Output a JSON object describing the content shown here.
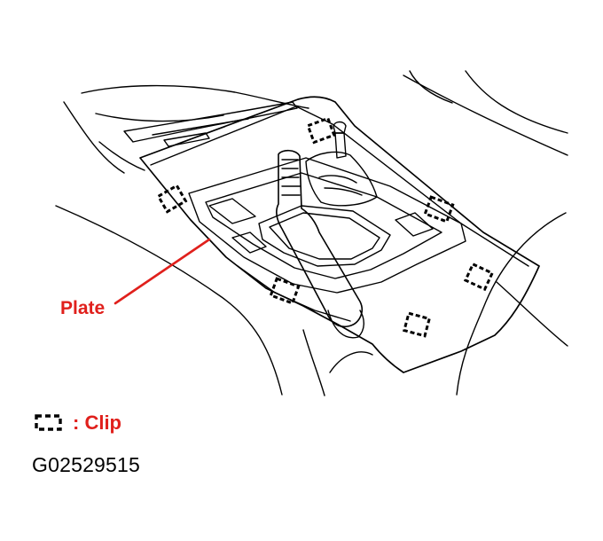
{
  "callout": {
    "label": "Plate"
  },
  "legend": {
    "icon": "clip-symbol-icon",
    "text": ": Clip"
  },
  "figure_code": "G02529515",
  "colors": {
    "line": "#000000",
    "callout": "#e0201c",
    "background": "#ffffff"
  }
}
